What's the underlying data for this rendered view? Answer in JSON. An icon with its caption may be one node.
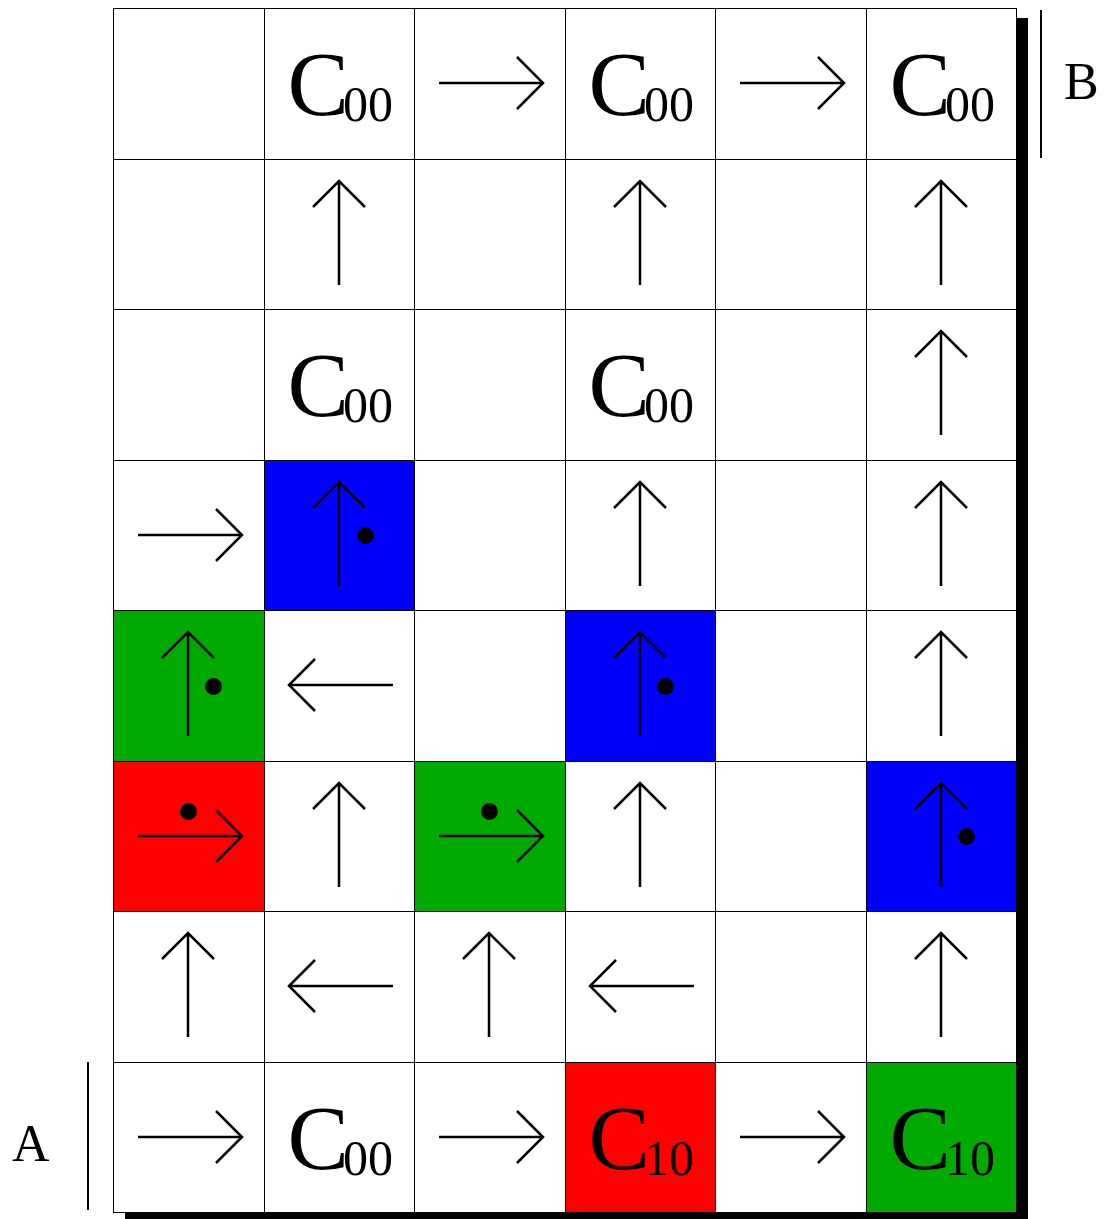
{
  "diagram": {
    "labels": [
      "C$_{00}$",
      "C$_{00}$",
      "C$_{00}$",
      "B",
      "C$_{00}$",
      "C$_{00}$",
      "A",
      "C$_{00}$",
      "C$_{10}$",
      "C$_{10}$"
    ]
  }
}
